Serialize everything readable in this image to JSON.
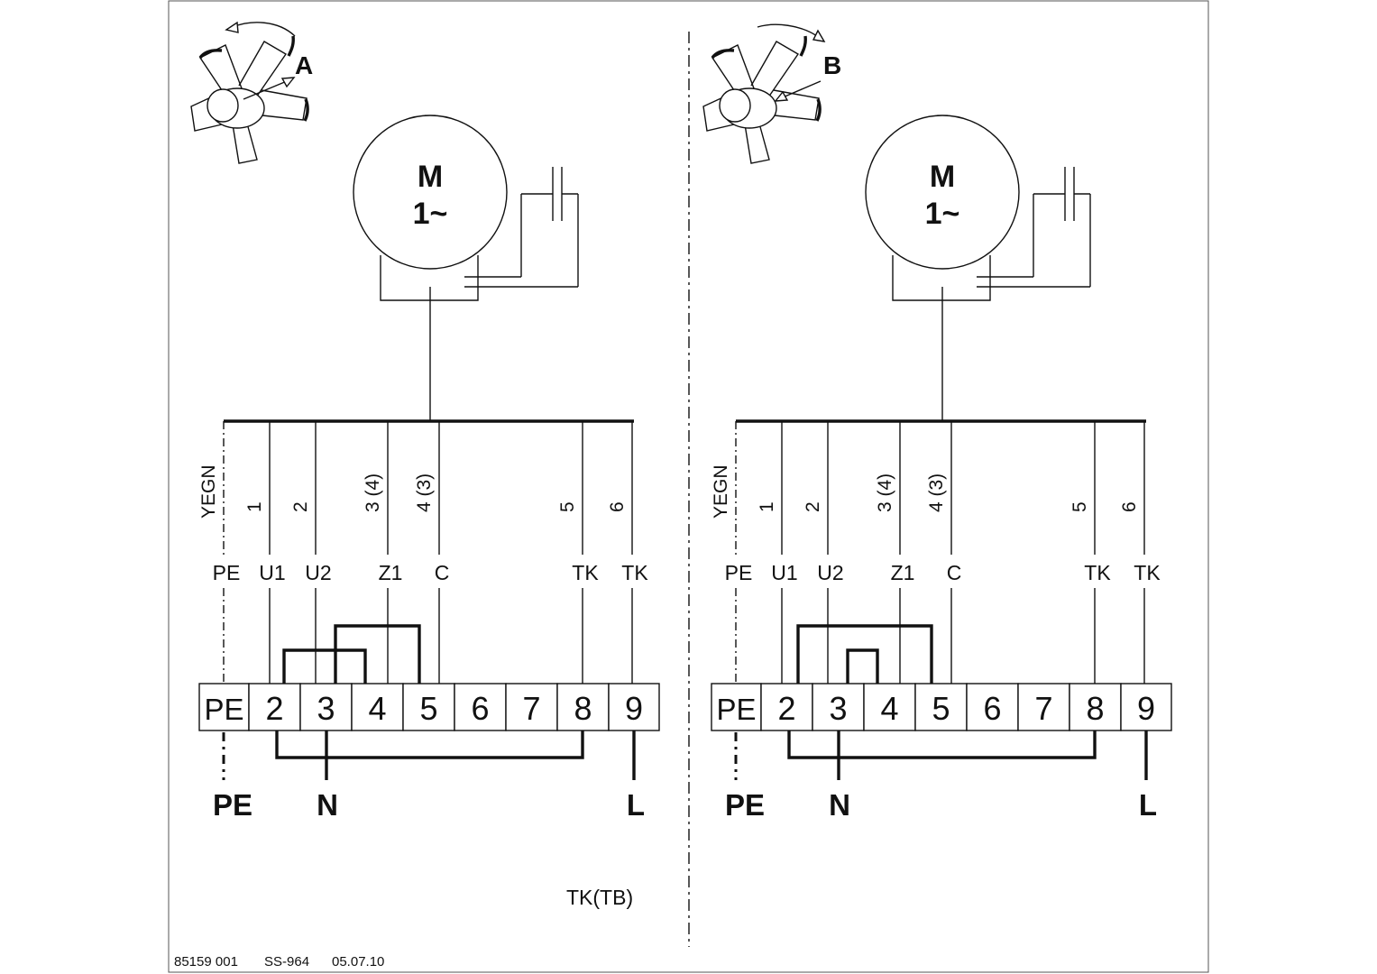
{
  "footer": {
    "code": "85159 001",
    "ref": "SS-964",
    "date": "05.07.10"
  },
  "note": "TK(TB)",
  "panels": [
    {
      "rotation": "A",
      "motor": {
        "line1": "M",
        "line2": "1~"
      },
      "wire_labels": [
        "YEGN",
        "1",
        "2",
        "3 (4)",
        "4 (3)",
        "5",
        "6"
      ],
      "terminal_labels": [
        "PE",
        "U1",
        "U2",
        "Z1",
        "C",
        "TK",
        "TK"
      ],
      "block": [
        "PE",
        "2",
        "3",
        "4",
        "5",
        "6",
        "7",
        "8",
        "9"
      ],
      "supply": {
        "pe": "PE",
        "n": "N",
        "l": "L"
      }
    },
    {
      "rotation": "B",
      "motor": {
        "line1": "M",
        "line2": "1~"
      },
      "wire_labels": [
        "YEGN",
        "1",
        "2",
        "3 (4)",
        "4 (3)",
        "5",
        "6"
      ],
      "terminal_labels": [
        "PE",
        "U1",
        "U2",
        "Z1",
        "C",
        "TK",
        "TK"
      ],
      "block": [
        "PE",
        "2",
        "3",
        "4",
        "5",
        "6",
        "7",
        "8",
        "9"
      ],
      "supply": {
        "pe": "PE",
        "n": "N",
        "l": "L"
      }
    }
  ]
}
